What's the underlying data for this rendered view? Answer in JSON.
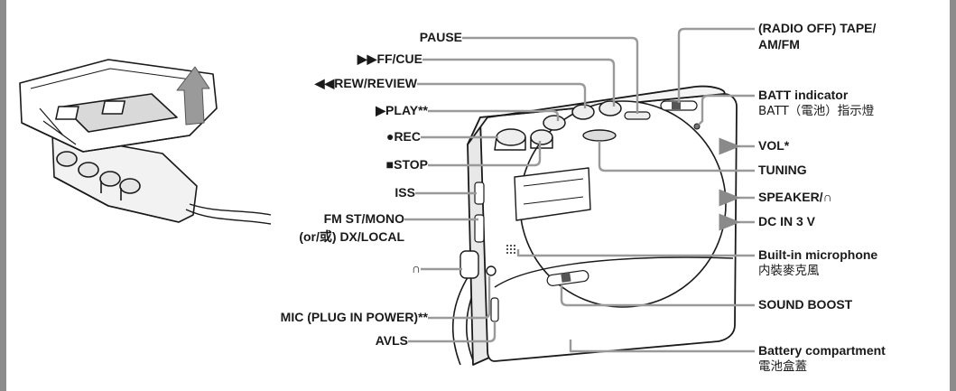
{
  "labels": {
    "pause": "PAUSE",
    "ff_cue": "▶▶FF/CUE",
    "rew_review": "◀◀REW/REVIEW",
    "play": "▶PLAY**",
    "rec": "●REC",
    "stop": "■STOP",
    "iss": "ISS",
    "fm_st_mono": "FM ST/MONO",
    "dx_local": "(or/或) DX/LOCAL",
    "headphones_symbol": "∩",
    "mic_plug_in_power": "MIC (PLUG IN POWER)**",
    "avls": "AVLS",
    "radio_off_tape_line1": "(RADIO OFF) TAPE/",
    "radio_off_tape_line2": "AM/FM",
    "batt_indicator": "BATT indicator",
    "batt_indicator_cn": "BATT（電池）指示燈",
    "vol": "VOL*",
    "tuning": "TUNING",
    "speaker": "SPEAKER/∩",
    "dc_in": "DC IN 3 V",
    "builtin_mic": "Built-in microphone",
    "builtin_mic_cn": "内裝麥克風",
    "sound_boost": "SOUND BOOST",
    "battery_compartment": "Battery compartment",
    "battery_compartment_cn": "電池盒蓋"
  },
  "colors": {
    "frame": "#8c8c8c",
    "leader": "#9a9a9a",
    "ink": "#1a1a1a",
    "body_fill": "#ffffff",
    "shade": "#d9d9d9"
  }
}
